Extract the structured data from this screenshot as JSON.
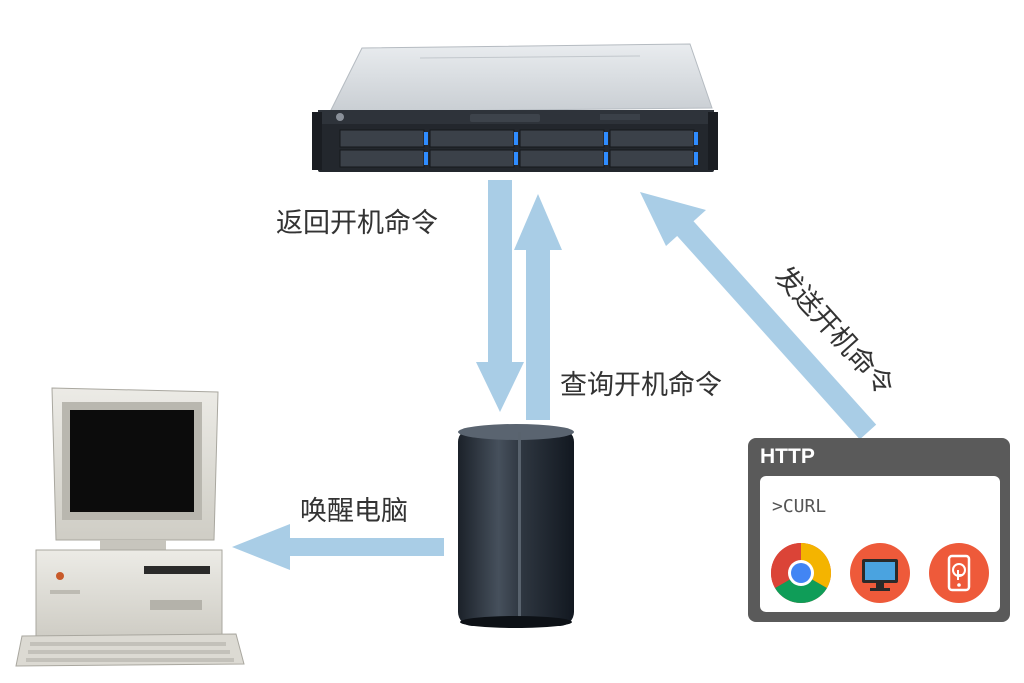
{
  "labels": {
    "return_command": "返回开机命令",
    "query_command": "查询开机命令",
    "send_command": "发送开机命令",
    "wake_computer": "唤醒电脑"
  },
  "http_panel": {
    "title": "HTTP",
    "command": ">CURL",
    "icons": [
      "chrome-icon",
      "monitor-icon",
      "mobile-touch-icon"
    ]
  },
  "colors": {
    "arrow": "#a9cde6",
    "panel": "#5a5a5a",
    "text": "#333333",
    "accent_icon_bg": "#ee5a3a"
  }
}
